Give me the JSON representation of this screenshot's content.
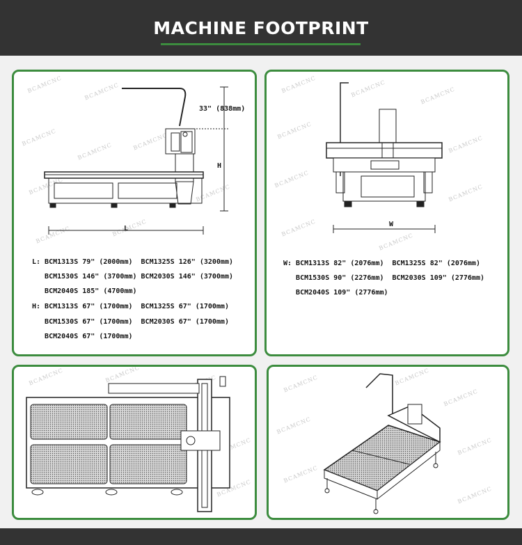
{
  "header": {
    "title": "MACHINE FOOTPRINT"
  },
  "colors": {
    "accent": "#3c8c3e",
    "bar": "#333333",
    "line": "#222222"
  },
  "watermark": "BCAMCNC",
  "panel_side": {
    "label_height": "33\" (838mm)",
    "label_h": "H",
    "label_l": "L",
    "specs": [
      "L: BCM1313S 79\" (2000mm)  BCM1325S 126\" (3200mm)",
      "   BCM1530S 146\" (3700mm) BCM2030S 146\" (3700mm)",
      "   BCM2040S 185\" (4700mm)",
      "H: BCM1313S 67\" (1700mm)  BCM1325S 67\" (1700mm)",
      "   BCM1530S 67\" (1700mm)  BCM2030S 67\" (1700mm)",
      "   BCM2040S 67\" (1700mm)"
    ]
  },
  "panel_front": {
    "label_w": "W",
    "specs": [
      "W: BCM1313S 82\" (2076mm)  BCM1325S 82\" (2076mm)",
      "   BCM1530S 90\" (2276mm)  BCM2030S 109\" (2776mm)",
      "   BCM2040S 109\" (2776mm)"
    ]
  },
  "panel_top": {},
  "panel_iso": {}
}
